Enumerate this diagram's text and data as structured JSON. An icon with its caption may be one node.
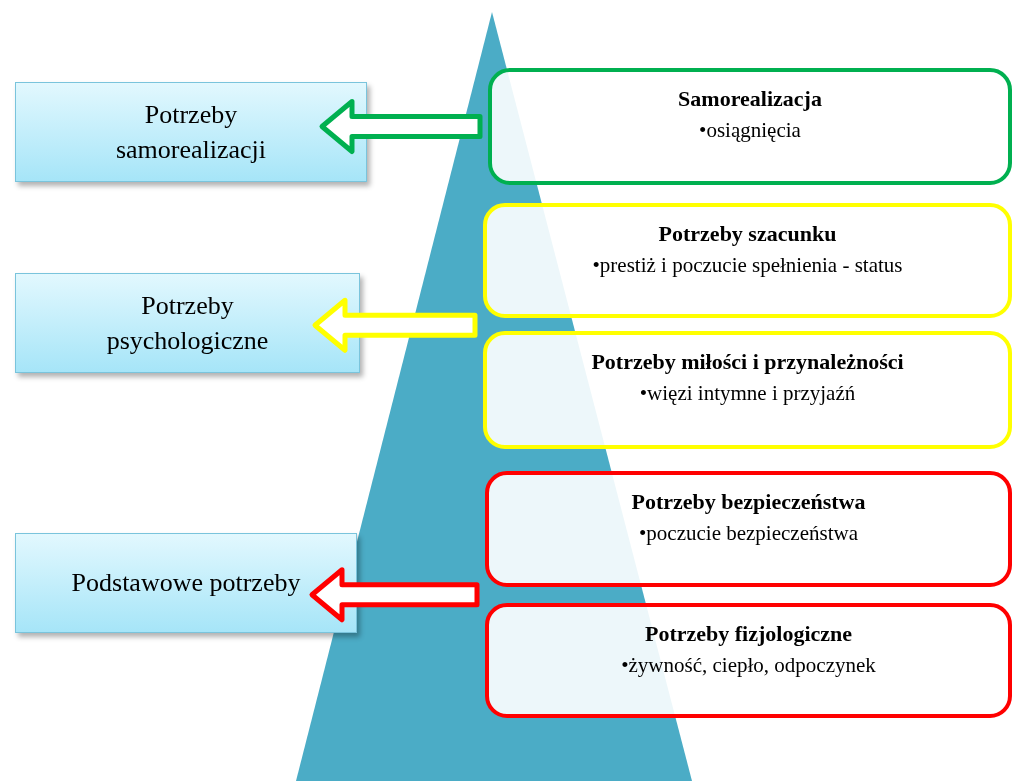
{
  "diagram": {
    "nodes": [
      {
        "text": [
          "Samorealizacja",
          "•osiągnięcia"
        ]
      },
      {
        "text": [
          "Potrzeby szacunku",
          "•prestiż i poczucie spełnienia - status"
        ]
      },
      {
        "text": [
          "Potrzeby miłości i przynależności",
          "•więzi intymne i przyjaźń"
        ]
      },
      {
        "text": [
          "Potrzeby bezpieczeństwa",
          "•poczucie bezpieczeństwa"
        ]
      },
      {
        "text": [
          "Potrzeby fizjologiczne",
          "•żywność, ciepło, odpoczynek"
        ]
      },
      {
        "text": [
          "Potrzeby samorealizacji"
        ]
      },
      {
        "text": [
          "Potrzeby psychologiczne"
        ]
      },
      {
        "text": [
          "Podstawowe potrzeby"
        ]
      }
    ],
    "edges": [
      {
        "from": 0,
        "to": 5,
        "arrow": "to",
        "style": "thick",
        "color": "#00b050"
      },
      {
        "from": 1,
        "to": 6,
        "arrow": "to",
        "style": "thick",
        "color": "#ffff00"
      },
      {
        "from": 2,
        "to": 6,
        "arrow": "to",
        "style": "thick",
        "color": "#ffff00"
      },
      {
        "from": 3,
        "to": 7,
        "arrow": "to",
        "style": "thick",
        "color": "#ff0000"
      },
      {
        "from": 4,
        "to": 7,
        "arrow": "to",
        "style": "thick",
        "color": "#ff0000"
      }
    ]
  }
}
